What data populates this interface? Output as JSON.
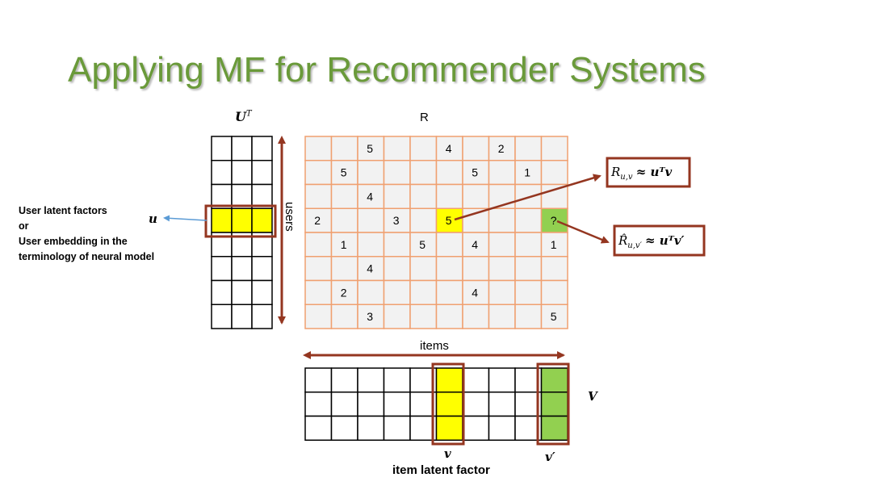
{
  "title": "Applying MF for Recommender Systems",
  "labels": {
    "ut": "U",
    "ut_sup": "T",
    "r": "R",
    "users": "users",
    "items": "items",
    "v": "V",
    "u": "u",
    "v_small": "v",
    "v_prime": "v′",
    "item_latent": "item latent factor",
    "user_latent_lines": [
      "User latent factors",
      "or",
      "User embedding in the",
      "terminology of neural model"
    ],
    "formula1": "R",
    "formula1_sub": "u,v",
    "formula1_rhs": "≈ uᵀv",
    "formula2": "R̂",
    "formula2_sub": "u,v′",
    "formula2_rhs": "≈ uᵀv′"
  },
  "matrix_r": [
    [
      "",
      "",
      "5",
      "",
      "",
      "4",
      "",
      "2",
      "",
      ""
    ],
    [
      "",
      "5",
      "",
      "",
      "",
      "",
      "5",
      "",
      "1",
      ""
    ],
    [
      "",
      "",
      "4",
      "",
      "",
      "",
      "",
      "",
      "",
      ""
    ],
    [
      "2",
      "",
      "",
      "3",
      "",
      "5",
      "",
      "",
      "",
      "?"
    ],
    [
      "",
      "1",
      "",
      "",
      "5",
      "",
      "4",
      "",
      "",
      "1"
    ],
    [
      "",
      "",
      "4",
      "",
      "",
      "",
      "",
      "",
      "",
      ""
    ],
    [
      "",
      "2",
      "",
      "",
      "",
      "",
      "4",
      "",
      "",
      ""
    ],
    [
      "",
      "",
      "3",
      "",
      "",
      "",
      "",
      "",
      "",
      "5"
    ]
  ],
  "colors": {
    "title": "#6a9a3a",
    "grid_orange": "#f0a070",
    "cell_fill": "#f2f2f2",
    "highlight_yellow": "#ffff00",
    "highlight_green": "#92d050",
    "arrow_dark_red": "#943620",
    "blue_arrow": "#5b9bd5"
  }
}
